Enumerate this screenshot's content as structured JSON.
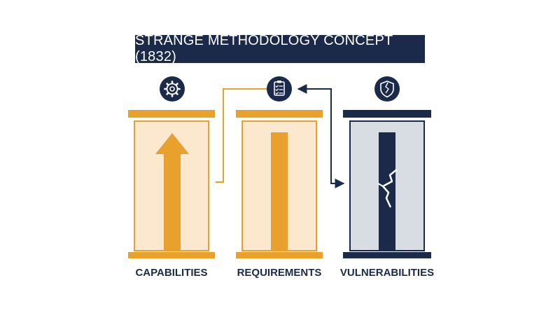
{
  "title": "STRANGE METHODOLOGY CONCEPT (1832)",
  "pillars": [
    {
      "label": "CAPABILITIES",
      "icon": "gear-icon"
    },
    {
      "label": "REQUIREMENTS",
      "icon": "clipboard-checklist-icon"
    },
    {
      "label": "VULNERABILITIES",
      "icon": "cracked-shield-icon"
    }
  ],
  "colors": {
    "navy": "#1b2a4a",
    "gold": "#e9a12e",
    "gold_fill": "#fbe8cf",
    "gray_fill": "#d8dce3"
  }
}
